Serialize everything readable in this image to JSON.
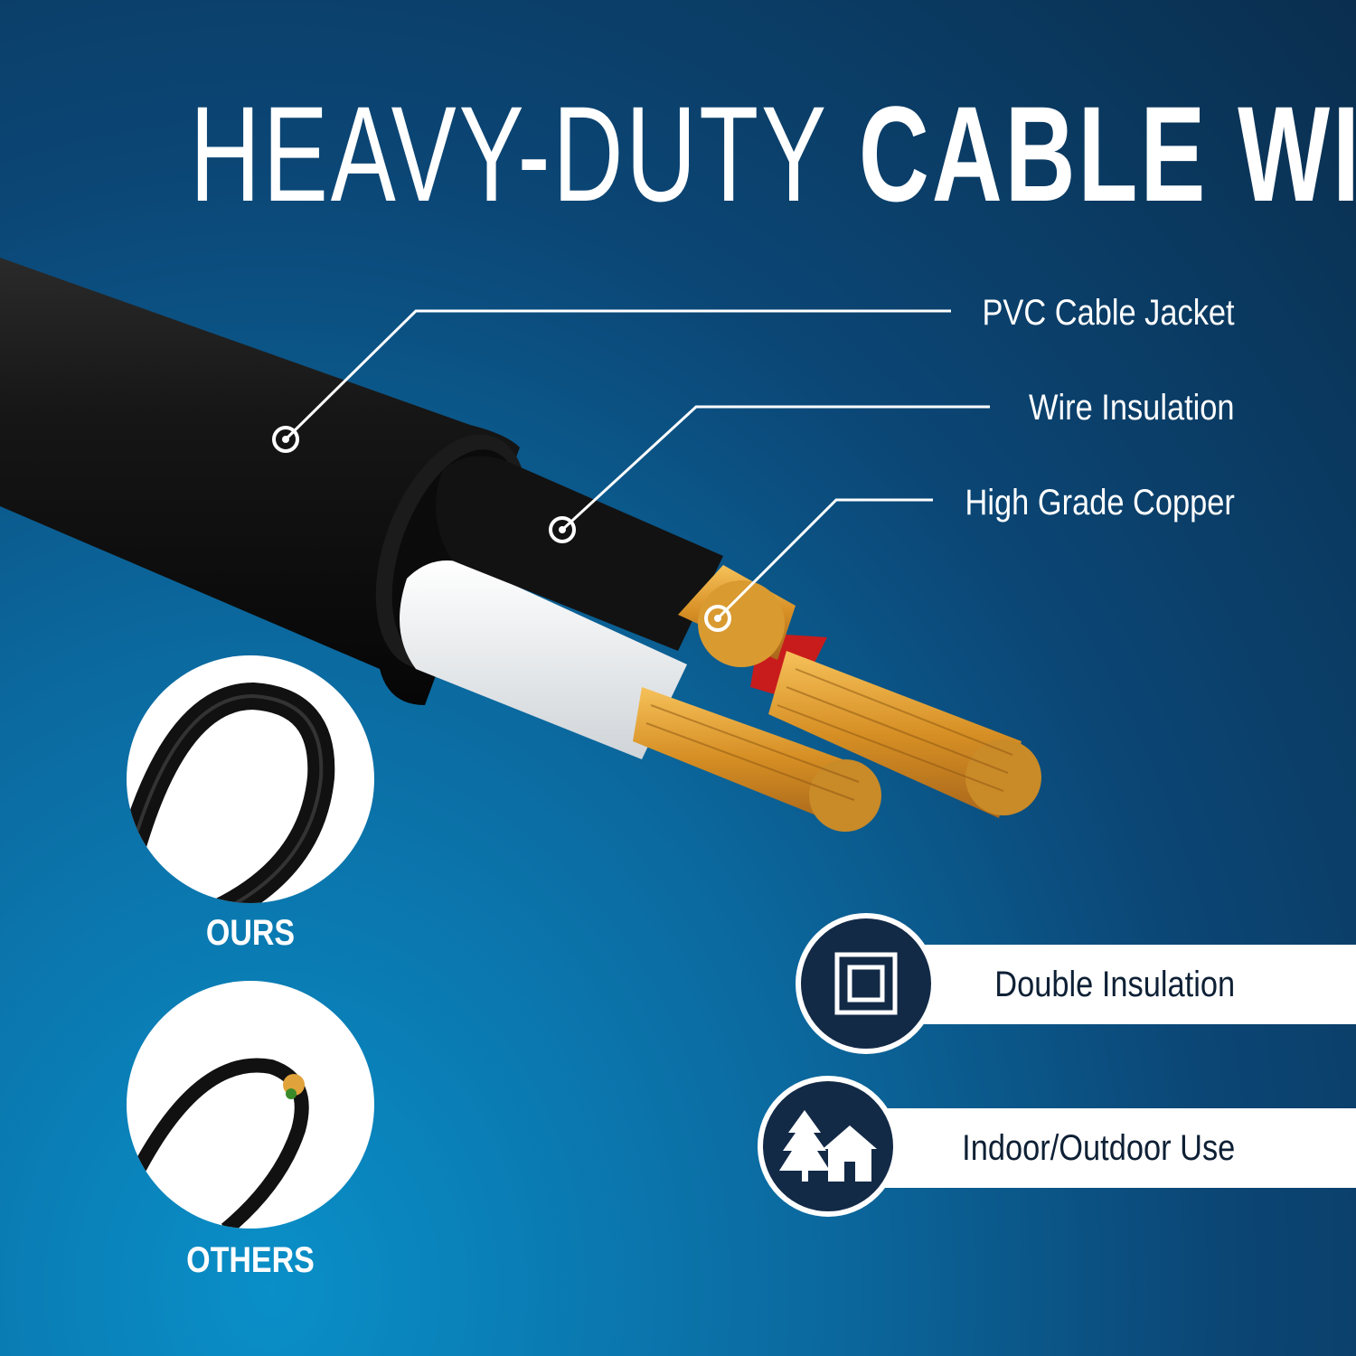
{
  "title": {
    "part1": "HEAVY-DUTY",
    "part2": "CABLE WIRE"
  },
  "callouts": [
    {
      "label": "PVC Cable Jacket"
    },
    {
      "label": "Wire Insulation"
    },
    {
      "label": "High Grade Copper"
    }
  ],
  "comparison": {
    "ours_label": "OURS",
    "others_label": "OTHERS"
  },
  "features": [
    {
      "label": "Double Insulation",
      "icon": "double-square-icon"
    },
    {
      "label": "Indoor/Outdoor Use",
      "icon": "tree-house-icon"
    }
  ],
  "colors": {
    "navy": "#132a47",
    "copper": "#e0a23a",
    "jacket": "#111111",
    "white": "#ffffff"
  }
}
